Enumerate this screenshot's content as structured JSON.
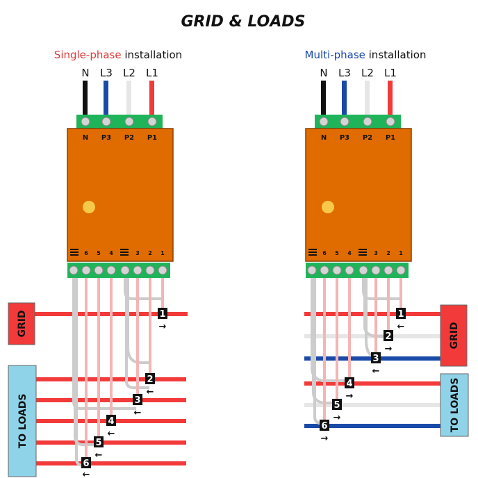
{
  "title": "GRID & LOADS",
  "colors": {
    "red": "#f23a3a",
    "blue": "#1a4aa8",
    "black": "#111111",
    "white_wire": "#e6e6e6",
    "gray_wire": "#cccccc",
    "pink_wire": "#f5b5b5",
    "meter": "#e06c00",
    "terminal": "#1fb45a",
    "grid_box": "#f23a3a",
    "loads_box": "#8fd3e8"
  },
  "left": {
    "subtitle_colored": "Single-phase",
    "subtitle_rest": " installation",
    "wire_labels": [
      "N",
      "L3",
      "L2",
      "L1"
    ],
    "top_terms": [
      "N",
      "P3",
      "P2",
      "P1"
    ],
    "bottom_terms": [
      "6",
      "5",
      "4",
      "3",
      "2",
      "1"
    ],
    "grid_label": "GRID",
    "loads_label": "TO LOADS",
    "markers": [
      {
        "num": "1",
        "arrow": "→"
      },
      {
        "num": "2",
        "arrow": "←"
      },
      {
        "num": "3",
        "arrow": "←"
      },
      {
        "num": "4",
        "arrow": "←"
      },
      {
        "num": "5",
        "arrow": "←"
      },
      {
        "num": "6",
        "arrow": "←"
      }
    ]
  },
  "right": {
    "subtitle_colored": "Multi-phase",
    "subtitle_rest": " installation",
    "wire_labels": [
      "N",
      "L3",
      "L2",
      "L1"
    ],
    "top_terms": [
      "N",
      "P3",
      "P2",
      "P1"
    ],
    "bottom_terms": [
      "6",
      "5",
      "4",
      "3",
      "2",
      "1"
    ],
    "grid_label": "GRID",
    "loads_label": "TO LOADS",
    "markers": [
      {
        "num": "1",
        "arrow": "←"
      },
      {
        "num": "2",
        "arrow": "→"
      },
      {
        "num": "3",
        "arrow": "←"
      },
      {
        "num": "4",
        "arrow": "→"
      },
      {
        "num": "5",
        "arrow": "→"
      },
      {
        "num": "6",
        "arrow": "→"
      }
    ]
  }
}
